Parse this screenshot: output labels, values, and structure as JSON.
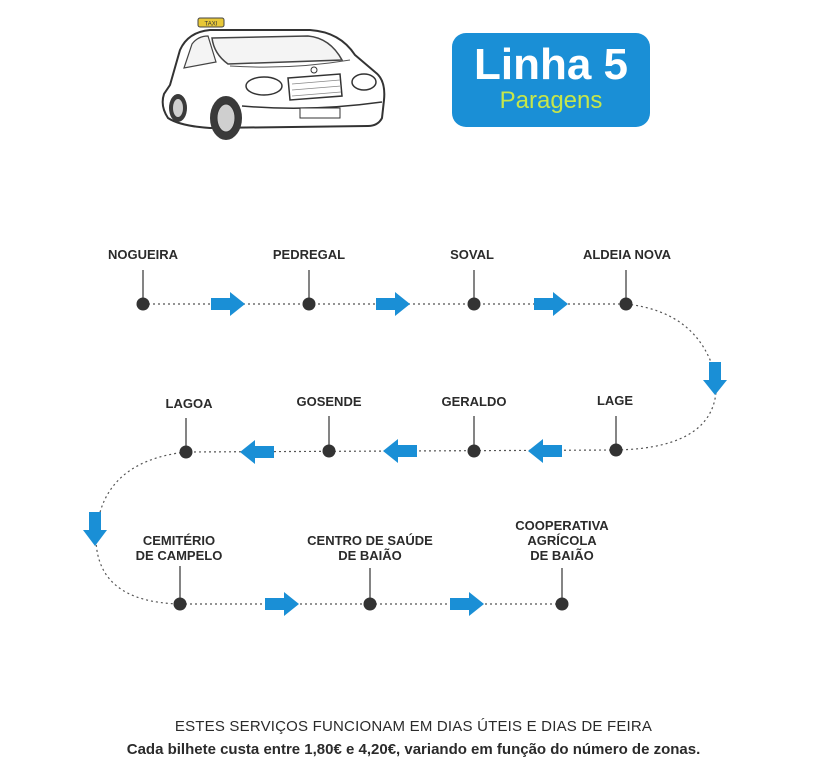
{
  "badge": {
    "title": "Linha 5",
    "subtitle": "Paragens"
  },
  "taxi": {
    "sign": "TAXI"
  },
  "stops": [
    "NOGUEIRA",
    "PEDREGAL",
    "SOVAL",
    "ALDEIA NOVA",
    "LAGE",
    "GERALDO",
    "GOSENDE",
    "LAGOA",
    "CEMITÉRIO\nDE CAMPELO",
    "CENTRO DE SAÚDE\nDE BAIÃO",
    "COOPERATIVA\nAGRÍCOLA\nDE BAIÃO"
  ],
  "footer": {
    "line1": "ESTES SERVIÇOS FUNCIONAM EM DIAS ÚTEIS E DIAS DE FEIRA",
    "line2": "Cada bilhete custa entre 1,80€ e 4,20€, variando em função do número de zonas."
  },
  "colors": {
    "arrow": "#1a8fd6",
    "dot": "#333333",
    "line": "#555555",
    "badge": "#1a8fd6",
    "badge_sub": "#c6e64a"
  }
}
